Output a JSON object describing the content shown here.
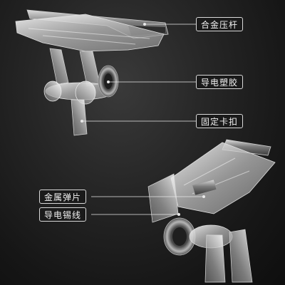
{
  "callouts": {
    "alloy_lever": "合金压杆",
    "conductive_rubber": "导电塑胶",
    "fixing_clip": "固定卡扣",
    "metal_spring": "金属弹片",
    "conductive_tin_wire": "导电锡线"
  }
}
